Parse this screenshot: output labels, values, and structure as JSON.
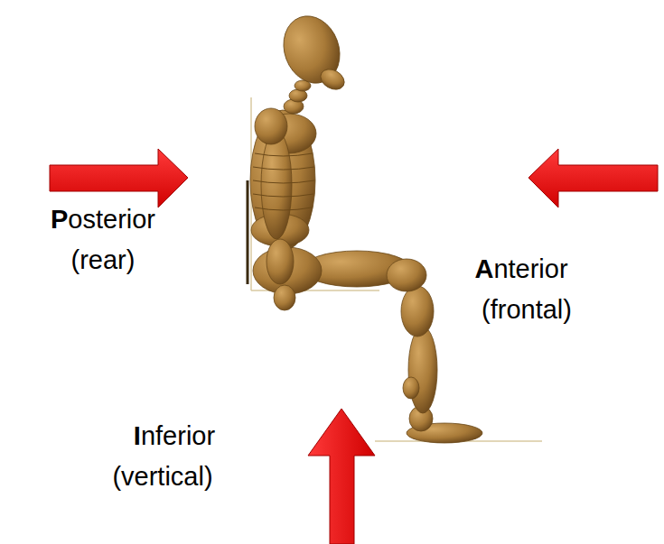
{
  "diagram": {
    "labels": [
      "Posterior",
      "(rear)",
      "Anterior",
      "(frontal)",
      "Inferior",
      "(vertical)"
    ]
  }
}
